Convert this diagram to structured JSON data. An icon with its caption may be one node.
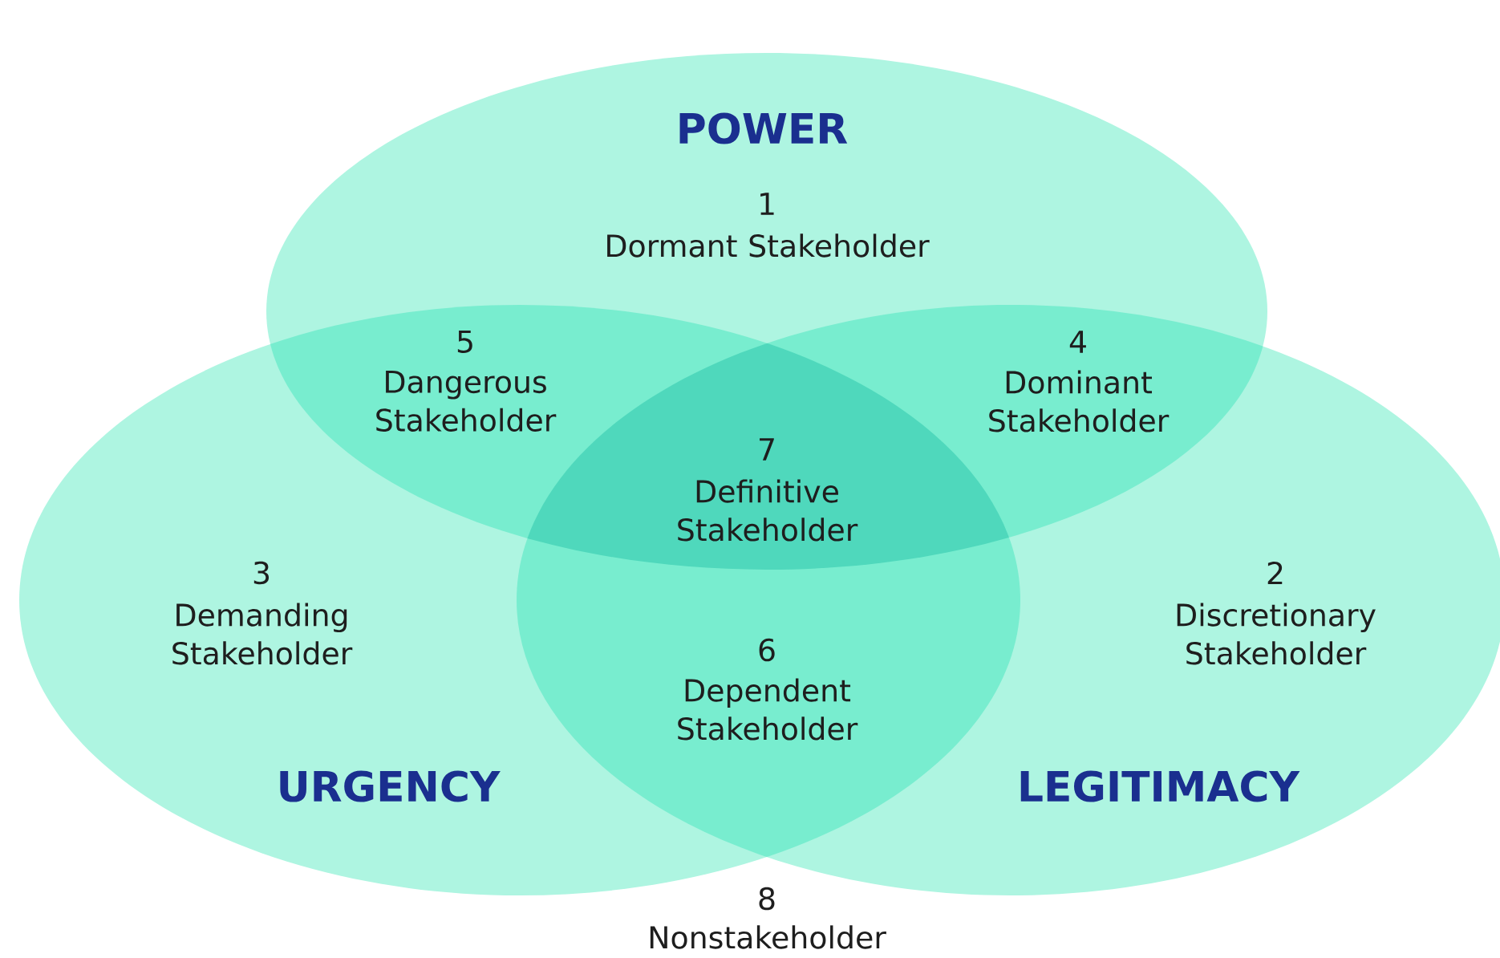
{
  "diagram": {
    "nodes": [
      {
        "text": [
          "POWER"
        ]
      },
      {
        "text": [
          "URGENCY"
        ]
      },
      {
        "text": [
          "LEGITIMACY"
        ]
      }
    ],
    "labels": [
      "1",
      "Dormant Stakeholder",
      "5",
      "Dangerous Stakeholder",
      "4",
      "Dominant Stakeholder",
      "7",
      "Definitive Stakeholder",
      "3",
      "Demanding Stakeholder",
      "2",
      "Discretionary Stakeholder",
      "6",
      "Dependent Stakeholder",
      "8",
      "Nonstakeholder"
    ]
  }
}
